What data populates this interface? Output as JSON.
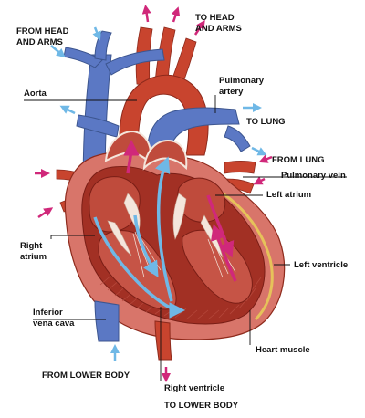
{
  "labels": {
    "from_head_and_arms_1": "FROM HEAD",
    "from_head_and_arms_2": "AND ARMS",
    "to_head_and_arms_1": "TO HEAD",
    "to_head_and_arms_2": "AND ARMS",
    "aorta": "Aorta",
    "pulmonary_artery_1": "Pulmonary",
    "pulmonary_artery_2": "artery",
    "to_lung": "TO LUNG",
    "from_lung": "FROM LUNG",
    "pulmonary_vein": "Pulmonary vein",
    "left_atrium": "Left atrium",
    "right_atrium_1": "Right",
    "right_atrium_2": "atrium",
    "left_ventricle": "Left ventricle",
    "inferior_vena_cava_1": "Inferior",
    "inferior_vena_cava_2": "vena cava",
    "heart_muscle": "Heart muscle",
    "from_lower_body": "FROM LOWER BODY",
    "right_ventricle": "Right ventricle",
    "to_lower_body": "TO LOWER BODY"
  },
  "colors": {
    "vein_blue": "#5b78c4",
    "artery_red": "#c8442e",
    "muscle": "#d8756a",
    "inner_wall": "#a23024",
    "arrow_blue": "#6fb8e6",
    "arrow_pink": "#d0287a",
    "fat": "#e6c25a"
  }
}
